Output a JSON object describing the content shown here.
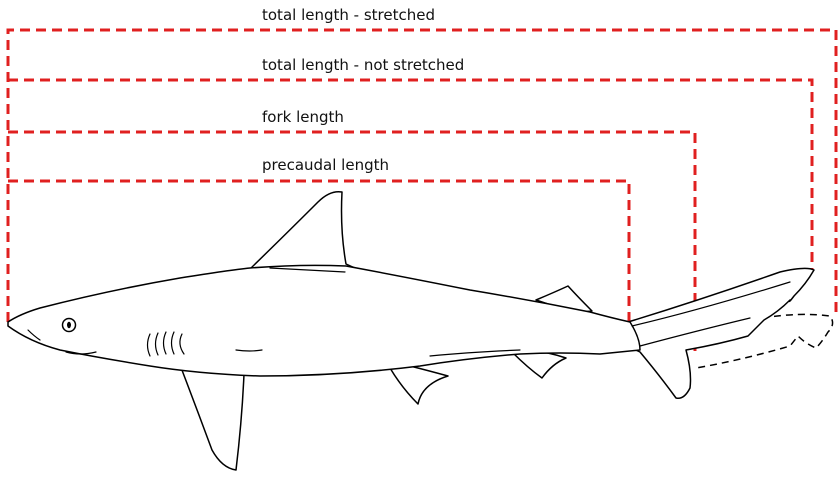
{
  "colors": {
    "measurement_line": "#e02020",
    "outline": "#000000",
    "label_text": "#111111"
  },
  "measurements": [
    {
      "id": "total-length-stretched",
      "label": "total length - stretched"
    },
    {
      "id": "total-length-not-stretched",
      "label": "total length - not stretched"
    },
    {
      "id": "fork-length",
      "label": "fork length"
    },
    {
      "id": "precaudal-length",
      "label": "precaudal length"
    }
  ],
  "icons": {
    "shark": "shark-side-view-icon"
  }
}
